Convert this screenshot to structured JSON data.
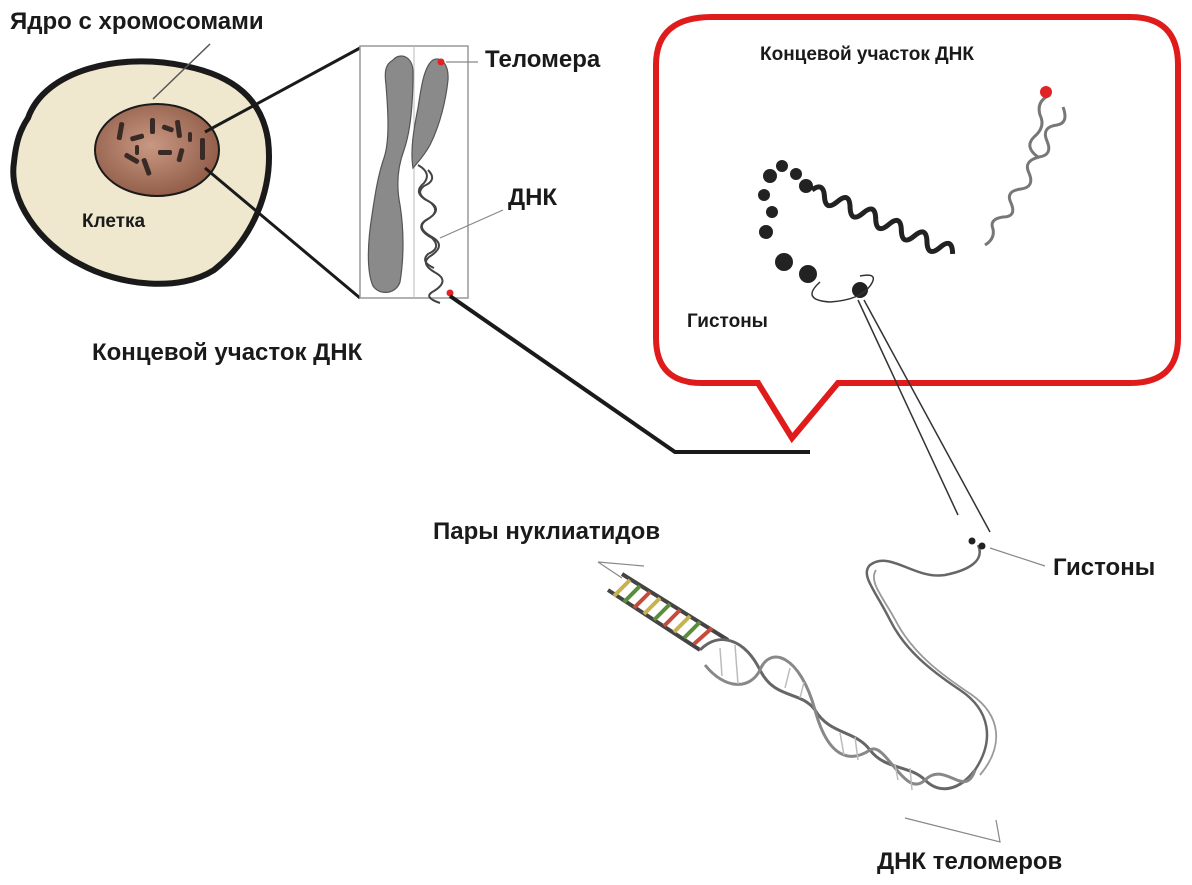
{
  "labels": {
    "nucleus_with_chromosomes": "Ядро с хромосомами",
    "cell": "Клетка",
    "telomere": "Теломера",
    "dna": "ДНК",
    "dna_end_region_left": "Концевой участок ДНК",
    "dna_end_region_callout": "Концевой участок ДНК",
    "histones_callout": "Гистоны",
    "histones_right": "Гистоны",
    "nucleotide_pairs": "Пары нуклиатидов",
    "telomere_dna": "ДНК теломеров"
  },
  "colors": {
    "cell_fill": "#efe8cf",
    "nucleus_fill": "#b07a63",
    "chromosome": "#8a8a8a",
    "telomere_tip": "#e02424",
    "callout_border": "#e01b1b",
    "outline": "#1a1a1a"
  }
}
